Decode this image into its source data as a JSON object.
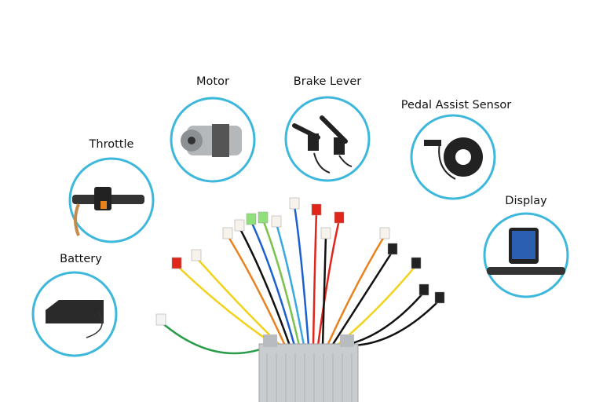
{
  "components": [
    {
      "id": "motor",
      "label": "Motor"
    },
    {
      "id": "brake",
      "label": "Brake Lever"
    },
    {
      "id": "pas",
      "label": "Pedal Assist Sensor"
    },
    {
      "id": "throttle",
      "label": "Throttle"
    },
    {
      "id": "display",
      "label": "Display"
    },
    {
      "id": "battery",
      "label": "Battery"
    }
  ],
  "colors": {
    "circle_stroke": "#3db8dc",
    "controller": "#c9cccf"
  },
  "wire_colors": [
    "#2a9d4a",
    "#f2d21b",
    "#e8821e",
    "#1b5fd1",
    "#e0261b",
    "#111111",
    "#3aa7e0",
    "#9b59b6",
    "#7cc24a",
    "#ffffff"
  ]
}
